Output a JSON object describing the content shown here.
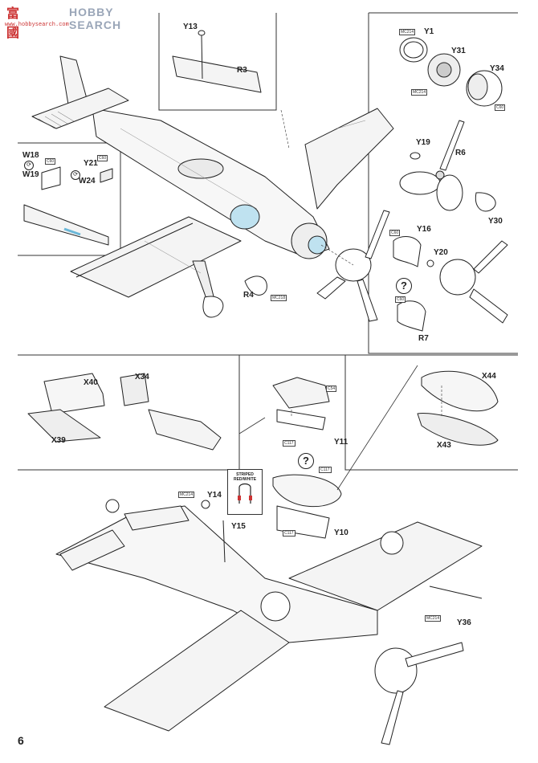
{
  "watermark": {
    "brand": "富國",
    "brand2": "HOBBY SEARCH",
    "url": "www.hobbysearch.com"
  },
  "page_number": "6",
  "callouts": {
    "Y13": "Y13",
    "R3": "R3",
    "Y1": "Y1",
    "Y31": "Y31",
    "Y34": "Y34",
    "Y19": "Y19",
    "R6": "R6",
    "Y30": "Y30",
    "Y16": "Y16",
    "Y20": "Y20",
    "R7": "R7",
    "W18": "W18",
    "W19": "W19",
    "Y21": "Y21",
    "W24": "W24",
    "R4": "R4",
    "X40": "X40",
    "X39": "X39",
    "X34": "X34",
    "Y11": "Y11",
    "Y10": "Y10",
    "X44": "X44",
    "X43": "X43",
    "Y14": "Y14",
    "Y15": "Y15",
    "Y36": "Y36"
  },
  "material_codes": {
    "mc214_a": "MC214",
    "mc214_b": "MC214",
    "c60_a": "C60",
    "c60_b": "C60",
    "c60_c": "C60",
    "c60_d": "C60",
    "c60_e": "C60",
    "mc218": "MC218",
    "c54": "C54",
    "c117_a": "C117",
    "c117_b": "C117",
    "c117_c": "C117",
    "mc214_c": "MC214",
    "mc214_d": "MC214"
  },
  "striped_note": "STRIPED\nRED/WHITE",
  "question_mark": "?"
}
